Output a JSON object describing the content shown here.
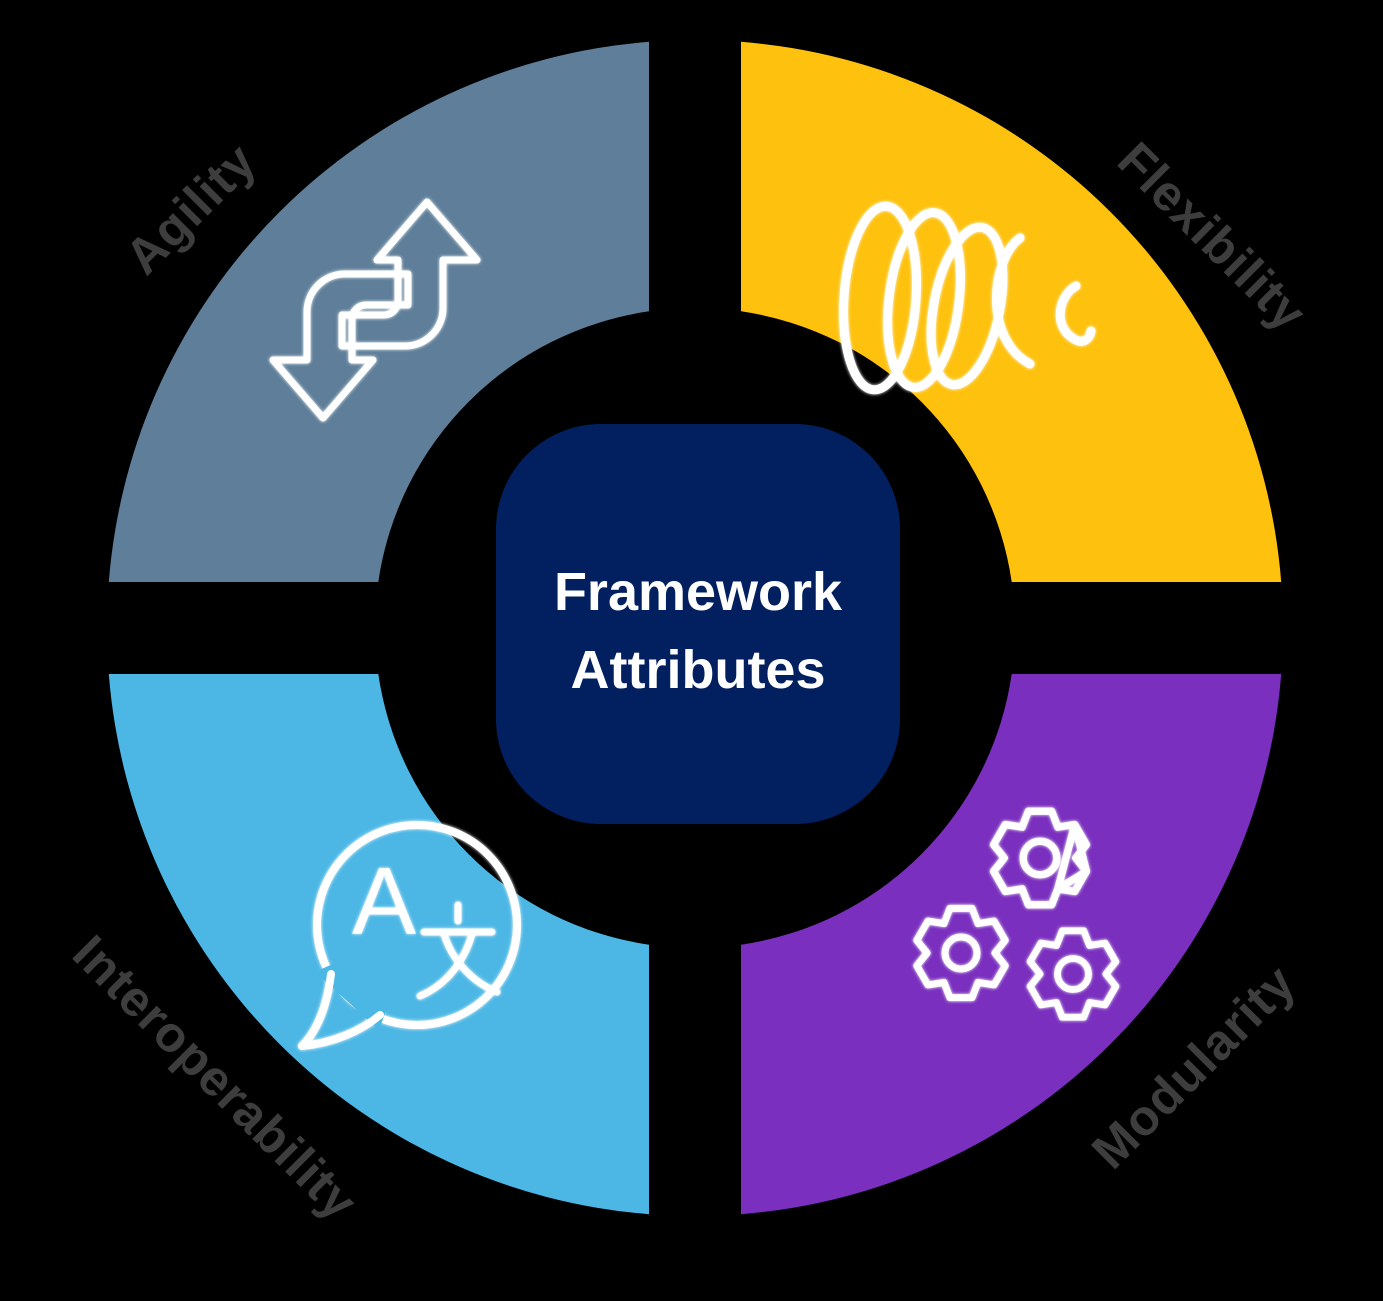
{
  "diagram": {
    "center": {
      "title_line1": "Framework",
      "title_line2": "Attributes",
      "background_color": "#022060",
      "text_color": "#ffffff"
    },
    "quadrants": [
      {
        "position": "top-left",
        "label": "Agility",
        "color": "#5e7e99",
        "icon": "swap-arrows-icon"
      },
      {
        "position": "top-right",
        "label": "Flexibility",
        "color": "#fec10d",
        "icon": "spring-coil-icon"
      },
      {
        "position": "bottom-left",
        "label": "Interoperability",
        "color": "#4cb7e5",
        "icon": "translation-bubble-icon"
      },
      {
        "position": "bottom-right",
        "label": "Modularity",
        "color": "#7a2fbe",
        "icon": "gears-icon"
      }
    ],
    "translation_icon_letters": {
      "latin": "A",
      "cjk": "wen-glyph"
    },
    "label_color": "#3d3d3d",
    "icon_color": "#ffffff",
    "background_color": "#000000"
  }
}
